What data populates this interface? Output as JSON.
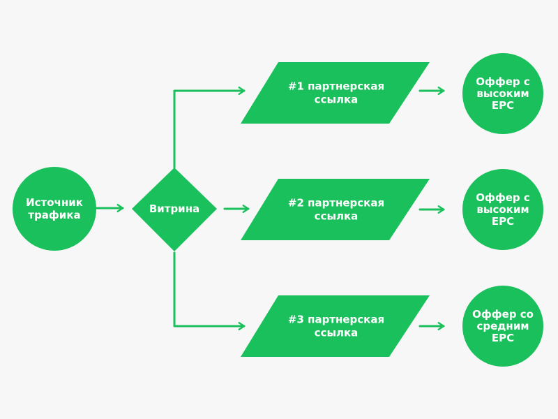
{
  "colors": {
    "shape_fill": "#19c05b",
    "connector": "#19c05b",
    "label": "#ffffff",
    "background": "#f7f7f7"
  },
  "nodes": {
    "source": {
      "lines": [
        "Источник",
        "трафика"
      ]
    },
    "showcase": {
      "lines": [
        "Витрина"
      ]
    },
    "links": [
      {
        "lines": [
          "#1 партнерская",
          "ссылка"
        ]
      },
      {
        "lines": [
          "#2 партнерская",
          "ссылка"
        ]
      },
      {
        "lines": [
          "#3 партнерская",
          "ссылка"
        ]
      }
    ],
    "offers": [
      {
        "lines": [
          "Оффер с",
          "высоким",
          "EPC"
        ]
      },
      {
        "lines": [
          "Оффер с",
          "высоким",
          "EPC"
        ]
      },
      {
        "lines": [
          "Оффер со",
          "средним",
          "EPC"
        ]
      }
    ]
  }
}
